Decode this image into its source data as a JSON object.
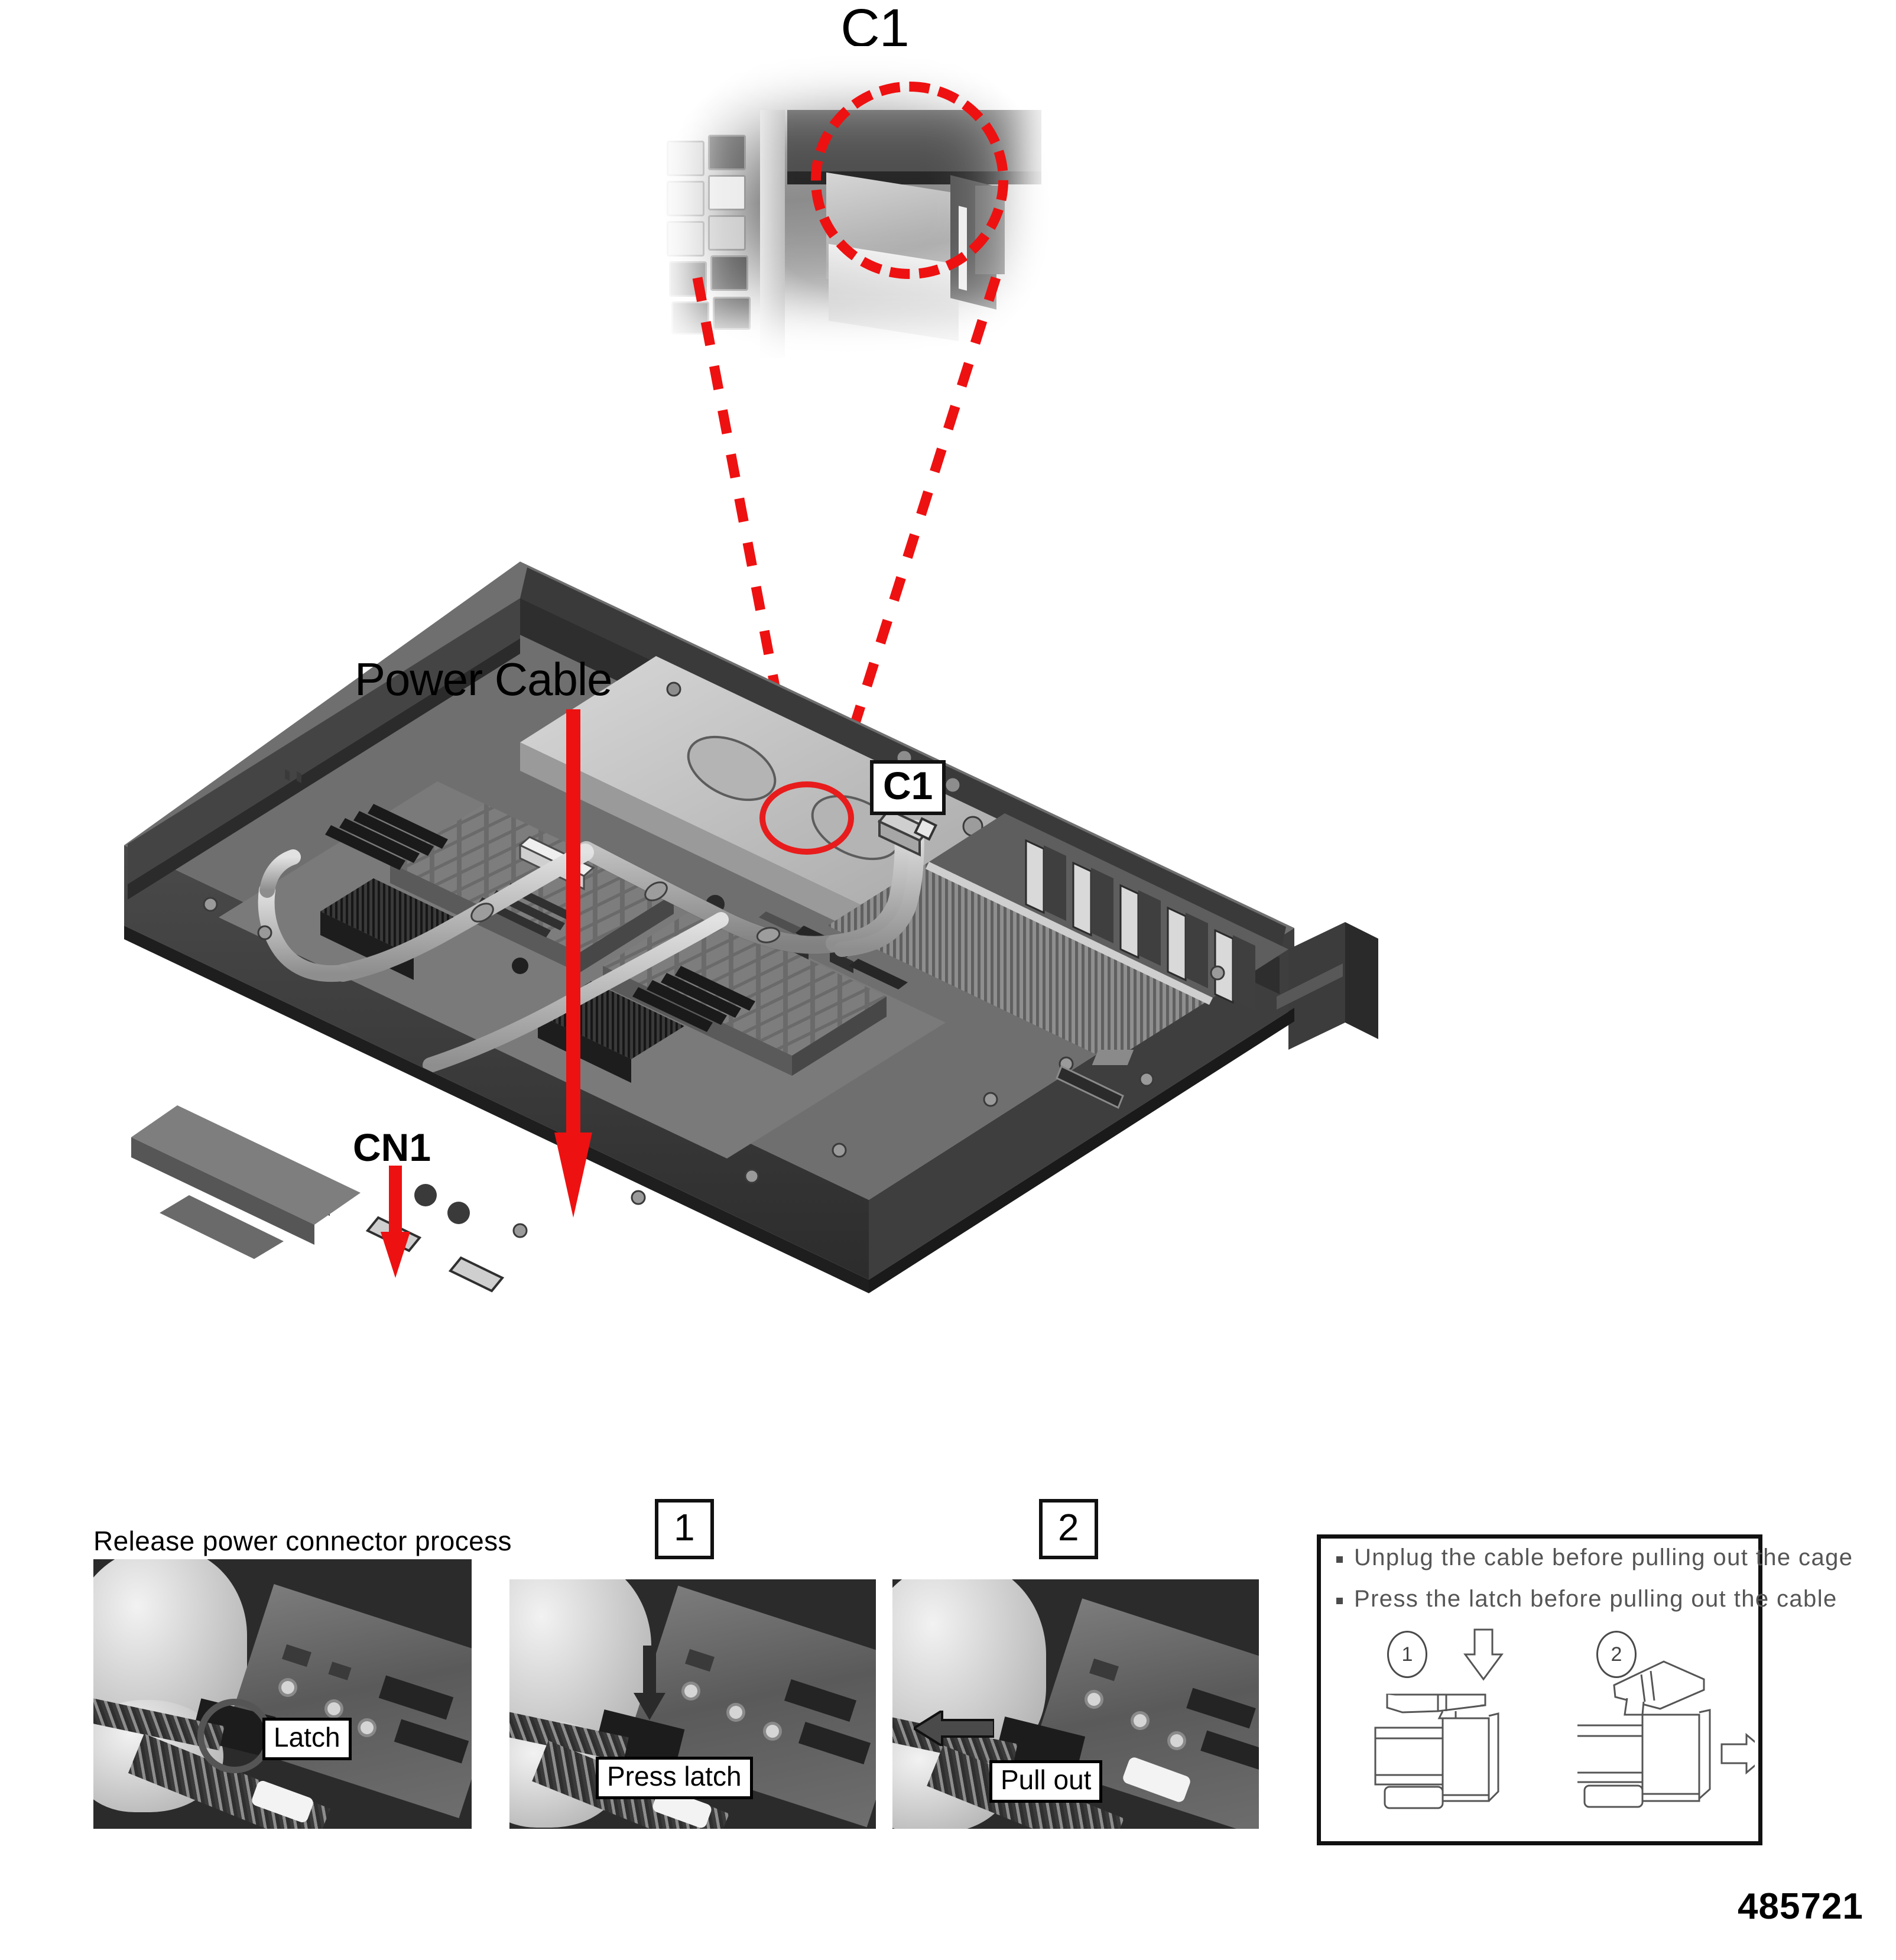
{
  "figure": {
    "number": "485721"
  },
  "inset": {
    "title": "C1",
    "highlight_color": "#ee1111"
  },
  "main_diagram": {
    "power_cable_label": "Power Cable",
    "connector_c1_label": "C1",
    "connector_cn1_label": "CN1",
    "arrow_color": "#ee1111",
    "callout_color": "#e81c1c"
  },
  "process_strip": {
    "title": "Release power connector process",
    "photos": [
      {
        "name": "latch-photo",
        "label": "Latch",
        "step": ""
      },
      {
        "name": "press-latch-photo",
        "label": "Press latch",
        "step": "1"
      },
      {
        "name": "pull-out-photo",
        "label": "Pull out",
        "step": "2"
      }
    ]
  },
  "instructions": {
    "bullets": [
      "Unplug  the  cable  before  pulling  out  the  cage",
      "Press  the  latch  before  pulling  out  the  cable"
    ],
    "steps": [
      {
        "number": "1",
        "action": "press-down"
      },
      {
        "number": "2",
        "action": "pull-out"
      }
    ]
  }
}
